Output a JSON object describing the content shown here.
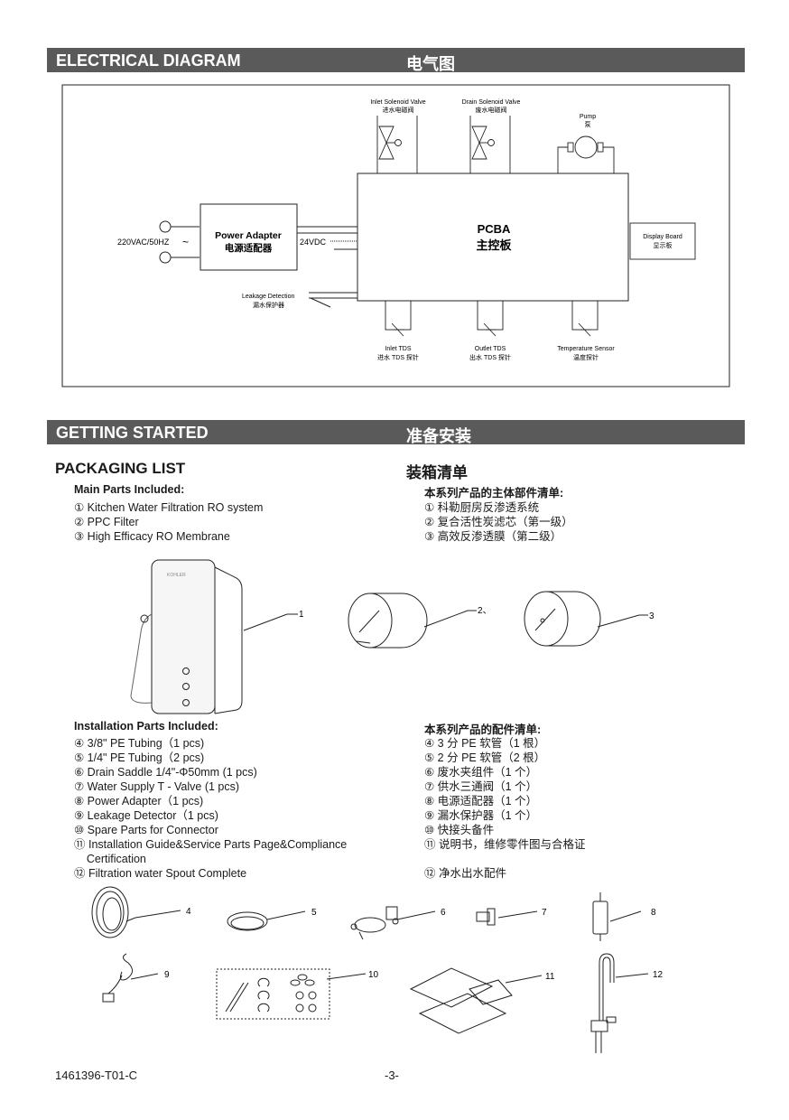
{
  "sections": {
    "electrical": {
      "en": "ELECTRICAL DIAGRAM",
      "zh": "电气图"
    },
    "getting_started": {
      "en": "GETTING STARTED",
      "zh": "准备安装"
    }
  },
  "diagram": {
    "inlet_valve_en": "Inlet Solenoid Valve",
    "inlet_valve_zh": "进水电磁阀",
    "drain_valve_en": "Drain Solenoid Valve",
    "drain_valve_zh": "废水电磁阀",
    "pump_en": "Pump",
    "pump_zh": "泵",
    "power_label": "220VAC/50HZ",
    "adapter_en": "Power Adapter",
    "adapter_zh": "电源适配器",
    "dc_label": "24VDC",
    "pcba_en": "PCBA",
    "pcba_zh": "主控板",
    "display_en": "Display Board",
    "display_zh": "显示板",
    "leak_en": "Leakage Detection",
    "leak_zh": "漏水保护器",
    "inlet_tds_en": "Inlet TDS",
    "inlet_tds_zh": "进水 TDS 探针",
    "outlet_tds_en": "Outlet TDS",
    "outlet_tds_zh": "出水 TDS 探针",
    "temp_en": "Temperature Sensor",
    "temp_zh": "温度探针"
  },
  "packaging": {
    "title_en": "PACKAGING LIST",
    "title_zh": "装箱清单",
    "main_title_en": "Main Parts Included:",
    "main_title_zh": "本系列产品的主体部件清单:",
    "main_en": [
      "① Kitchen Water Filtration RO system",
      "② PPC Filter",
      "③ High Efficacy RO Membrane"
    ],
    "main_zh": [
      "① 科勒厨房反渗透系统",
      "② 复合活性炭滤芯（第一级）",
      "③ 高效反渗透膜（第二级）"
    ],
    "install_title_en": "Installation Parts Included:",
    "install_title_zh": "本系列产品的配件清单:",
    "install_en": [
      "④ 3/8\" PE Tubing（1 pcs)",
      "⑤ 1/4\" PE Tubing（2 pcs)",
      "⑥ Drain Saddle 1/4\"-Φ50mm (1 pcs)",
      "⑦ Water Supply T - Valve (1 pcs)",
      "⑧ Power Adapter（1 pcs)",
      "⑨ Leakage Detector（1 pcs)",
      "⑩ Spare Parts for Connector",
      "⑪ Installation Guide&Service Parts Page&Compliance",
      "    Certification",
      "⑫ Filtration water Spout Complete"
    ],
    "install_zh": [
      "④ 3 分 PE 软管（1 根）",
      "⑤ 2 分 PE 软管（2 根）",
      "⑥ 废水夹组件（1 个）",
      "⑦ 供水三通阀（1 个）",
      "⑧ 电源适配器（1 个）",
      "⑨ 漏水保护器（1 个）",
      "⑩ 快接头备件",
      "⑪ 说明书，维修零件图与合格证",
      "",
      "⑫ 净水出水配件"
    ],
    "brand": "KOHLER"
  },
  "callouts": {
    "n1": "1",
    "n2": "2",
    "n2_suffix": "、",
    "n3": "3",
    "n4": "4",
    "n5": "5",
    "n6": "6",
    "n7": "7",
    "n8": "8",
    "n9": "9",
    "n10": "10",
    "n11": "11",
    "n12": "12"
  },
  "footer": {
    "doc_code": "1461396-T01-C",
    "page": "-3-"
  }
}
